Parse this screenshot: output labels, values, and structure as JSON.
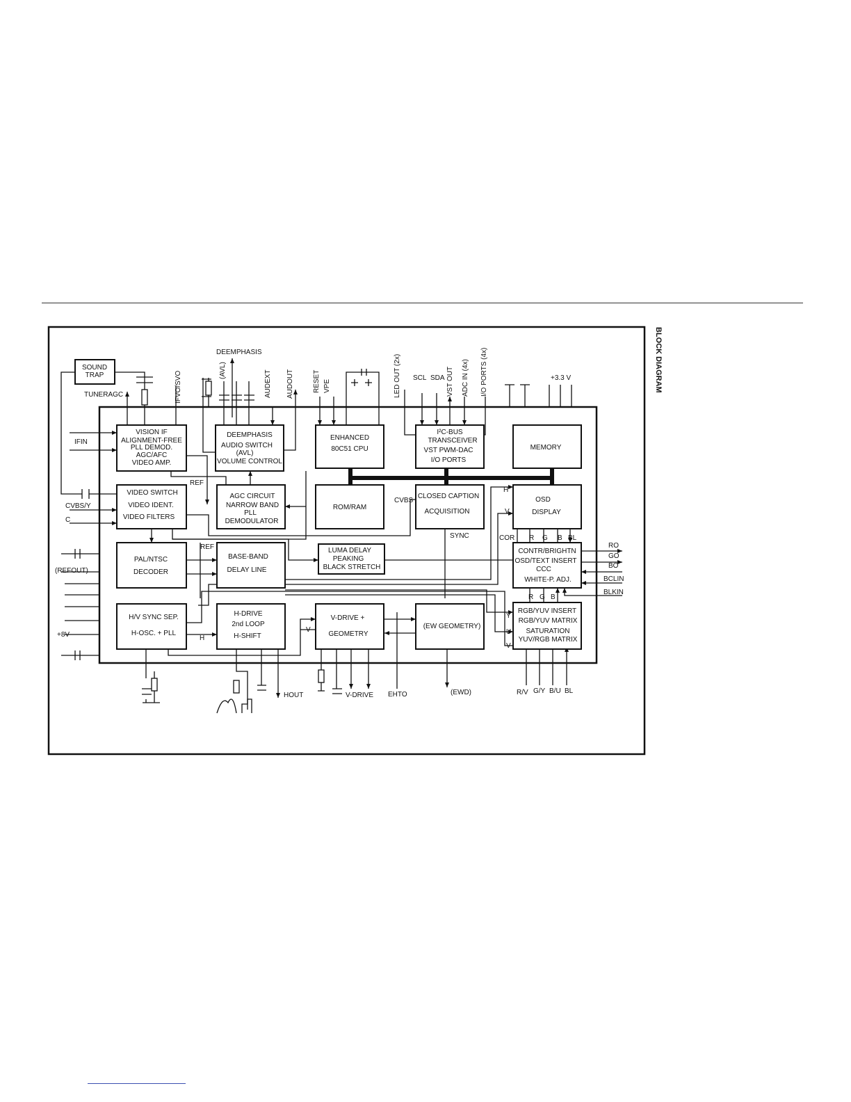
{
  "side_title": "BLOCK DIAGRAM",
  "blocks": {
    "sound_trap": [
      "SOUND",
      "TRAP"
    ],
    "vision_if": [
      "VISION IF",
      "ALIGNMENT-FREE",
      "PLL DEMOD.",
      "AGC/AFC",
      "VIDEO AMP."
    ],
    "deemphasis": [
      "DEEMPHASIS",
      "AUDIO SWITCH",
      "(AVL)",
      "VOLUME CONTROL"
    ],
    "cpu": [
      "ENHANCED",
      "80C51 CPU"
    ],
    "i2c": [
      "I²C-BUS",
      "TRANSCEIVER",
      "VST PWM-DAC",
      "I/O PORTS"
    ],
    "memory": [
      "MEMORY"
    ],
    "video_switch": [
      "VIDEO SWITCH",
      "VIDEO IDENT.",
      "VIDEO FILTERS"
    ],
    "agc": [
      "AGC CIRCUIT",
      "NARROW BAND",
      "PLL",
      "DEMODULATOR"
    ],
    "romram": [
      "ROM/RAM"
    ],
    "cc": [
      "CLOSED CAPTION",
      "ACQUISITION"
    ],
    "osd": [
      "OSD",
      "DISPLAY"
    ],
    "pal": [
      "PAL/NTSC",
      "DECODER"
    ],
    "baseband": [
      "BASE-BAND",
      "DELAY LINE"
    ],
    "luma": [
      "LUMA DELAY",
      "PEAKING",
      "BLACK STRETCH"
    ],
    "contr": [
      "CONTR/BRIGHTN",
      "OSD/TEXT INSERT",
      "CCC",
      "WHITE-P. ADJ."
    ],
    "hv": [
      "H/V SYNC SEP.",
      "H-OSC. + PLL"
    ],
    "hdrive": [
      "H-DRIVE",
      "2nd LOOP",
      "H-SHIFT"
    ],
    "vdrive": [
      "V-DRIVE +",
      "GEOMETRY"
    ],
    "ew": [
      "(EW GEOMETRY)"
    ],
    "rgb": [
      "RGB/YUV INSERT",
      "RGB/YUV MATRIX",
      "SATURATION",
      "YUV/RGB MATRIX"
    ]
  },
  "signals": {
    "deemphasis": "DEEMPHASIS",
    "tuneragc": "TUNERAGC",
    "ifvo": "IFVO/SVO",
    "avl": "(AVL)",
    "audext": "AUDEXT",
    "audout": "AUDOUT",
    "reset": "RESET",
    "vpe": "VPE",
    "led_out": "LED OUT (2x)",
    "scl": "SCL",
    "sda": "SDA",
    "vst_out": "VST OUT",
    "adc_in": "ADC IN (4x)",
    "io_ports": "I/O PORTS (4x)",
    "supply": "+3.3 V",
    "ifin": "IFIN",
    "cvbs_y": "CVBS/Y",
    "c": "C",
    "refout": "(REFOUT)",
    "plus8v": "+8V",
    "ref1": "REF",
    "ref2": "REF",
    "cvbs": "CVBS",
    "h_osd": "H",
    "v_osd": "V",
    "sync": "SYNC",
    "cor": "COR",
    "r_top": "R",
    "g_top": "G",
    "b_top": "B",
    "bl_top": "BL",
    "ro": "RO",
    "go": "GO",
    "bo": "BO",
    "bclin": "BCLIN",
    "blkin": "BLKIN",
    "r_mid": "R",
    "g_mid": "G",
    "b_mid": "B",
    "y": "Y",
    "u": "U",
    "v": "V",
    "h_hdrive": "H",
    "v_vdrive": "V",
    "hout": "HOUT",
    "v_drive_out": "V-DRIVE",
    "ehto": "EHTO",
    "ewd": "(EWD)",
    "rv": "R/V",
    "gy": "G/Y",
    "bu": "B/U",
    "bl_in": "BL"
  }
}
